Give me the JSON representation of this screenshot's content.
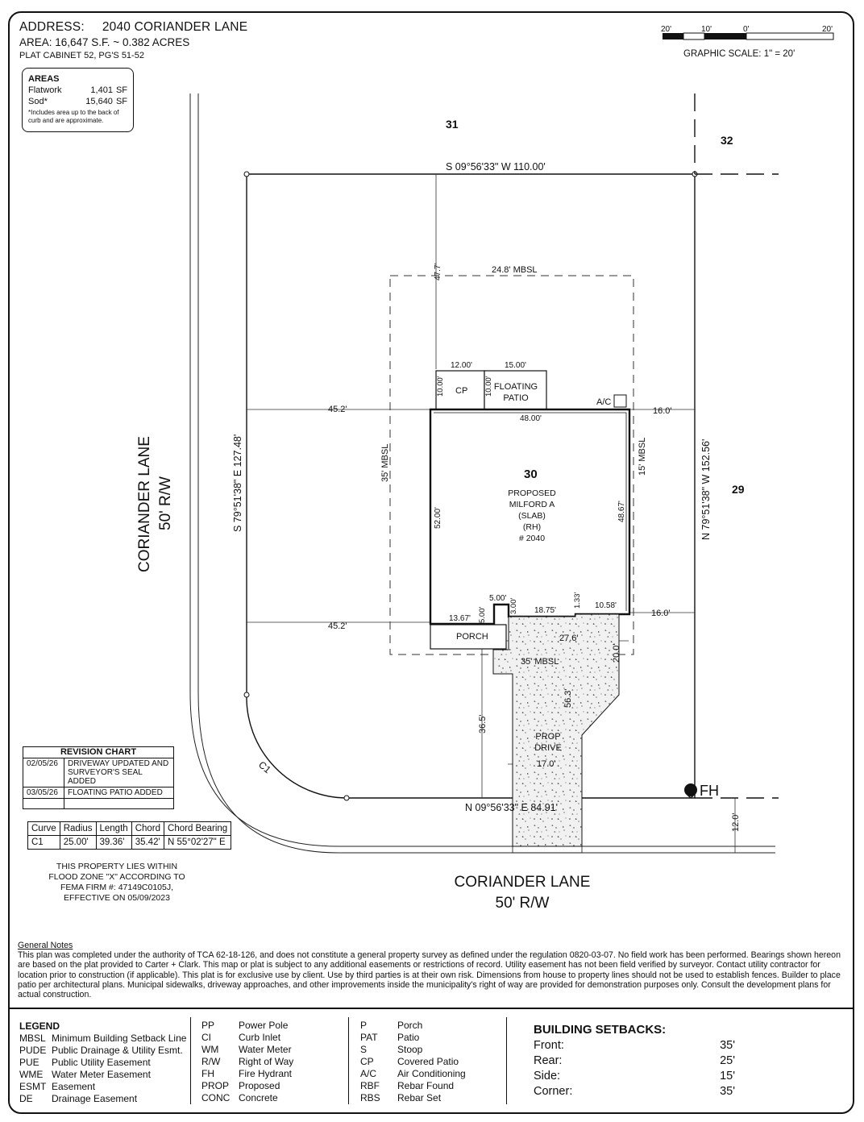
{
  "header": {
    "address_label": "ADDRESS:",
    "address_value": "2040 CORIANDER LANE",
    "area": "AREA: 16,647 S.F. ~ 0.382 ACRES",
    "plat": "PLAT CABINET 52, PG'S 51-52"
  },
  "areas_box": {
    "title": "AREAS",
    "rows": [
      {
        "label": "Flatwork",
        "value": "1,401",
        "unit": "SF"
      },
      {
        "label": "Sod*",
        "value": "15,640",
        "unit": "SF"
      }
    ],
    "note": "*Includes area up to the back of curb and are approximate."
  },
  "scale": {
    "ticks": [
      "20'",
      "10'",
      "0'",
      "20'"
    ],
    "caption": "GRAPHIC SCALE: 1\" = 20'"
  },
  "plan": {
    "lot_numbers": {
      "north": "31",
      "northeast": "32",
      "east": "29",
      "main": "30"
    },
    "street_left_name": "CORIANDER LANE",
    "street_left_row": "50' R/W",
    "street_bottom_name": "CORIANDER LANE",
    "street_bottom_row": "50' R/W",
    "bearings": {
      "north": "S 09°56'33\" W 110.00'",
      "west": "S 79°51'38\" E 127.48'",
      "east": "N 79°51'38\" W 152.56'",
      "south": "N 09°56'33\" E 84.91'"
    },
    "setback_labels": {
      "rear": "24.8' MBSL",
      "west": "35' MBSL",
      "east": "15' MBSL",
      "front": "35' MBSL"
    },
    "dims": {
      "rear_offset": "47.7'",
      "left_top": "45.2'",
      "left_bottom": "45.2'",
      "right_top": "16.0'",
      "right_bottom": "16.0'",
      "cp_width": "12.00'",
      "patio_width": "15.00'",
      "cp_depth": "10.00'",
      "patio_depth": "10.00'",
      "house_top": "48.00'",
      "house_left": "52.00'",
      "house_right": "48.67'",
      "front_1": "13.67'",
      "front_2": "5.00'",
      "front_3": "5.00'",
      "front_4": "3.00'",
      "front_5": "18.75'",
      "front_6": "1.33'",
      "front_7": "10.58'",
      "drive_width": "27.6'",
      "drive_depth": "20.0'",
      "to_front": "36.5'",
      "drive_len": "56.3'",
      "drive_neck": "17.0'",
      "curb_offset": "12.0'"
    },
    "labels": {
      "cp": "CP",
      "patio_line1": "FLOATING",
      "patio_line2": "PATIO",
      "ac": "A/C",
      "porch": "PORCH",
      "drive_line1": "PROP",
      "drive_line2": "DRIVE",
      "curve": "C1",
      "hydrant": "FH"
    },
    "house_lines": [
      "PROPOSED",
      "MILFORD A",
      "(SLAB)",
      "(RH)",
      "# 2040"
    ]
  },
  "revision_chart": {
    "title": "REVISION CHART",
    "rows": [
      {
        "date": "02/05/26",
        "desc": "DRIVEWAY UPDATED AND SURVEYOR'S SEAL ADDED"
      },
      {
        "date": "03/05/26",
        "desc": "FLOATING PATIO ADDED"
      },
      {
        "date": "",
        "desc": ""
      }
    ]
  },
  "curve_table": {
    "headers": [
      "Curve",
      "Radius",
      "Length",
      "Chord",
      "Chord Bearing"
    ],
    "row": [
      "C1",
      "25.00'",
      "39.36'",
      "35.42'",
      "N 55°02'27\" E"
    ]
  },
  "flood": {
    "l1": "THIS PROPERTY LIES WITHIN",
    "l2": "FLOOD ZONE \"X\" ACCORDING TO",
    "l3": "FEMA FIRM #: 47149C0105J,",
    "l4": "EFFECTIVE ON 05/09/2023"
  },
  "general_notes": {
    "title": "General Notes",
    "text": "This plan was completed under the authority of TCA 62-18-126, and does not constitute a general property survey as defined under the regulation 0820-03-07. No field work has been performed. Bearings shown hereon are based on the plat provided to Carter + Clark. This map or plat is subject to any additional easements or restrictions of record. Utility easement has not been field verified by surveyor. Contact utility contractor for location prior to construction (if applicable). This plat is for exclusive use by client. Use by third parties is at their own risk. Dimensions from house to property lines should not be used to establish fences. Builder to place patio per architectural plans. Municipal sidewalks, driveway approaches, and other improvements inside the municipality's right of way are provided for demonstration purposes only. Consult the development plans for actual construction."
  },
  "legend": {
    "title": "LEGEND",
    "col1": [
      {
        "abbr": "MBSL",
        "meaning": "Minimum Building Setback Line"
      },
      {
        "abbr": "PUDE",
        "meaning": "Public Drainage & Utility Esmt."
      },
      {
        "abbr": "PUE",
        "meaning": "Public Utility Easement"
      },
      {
        "abbr": "WME",
        "meaning": "Water Meter Easement"
      },
      {
        "abbr": "ESMT",
        "meaning": "Easement"
      },
      {
        "abbr": "DE",
        "meaning": "Drainage Easement"
      }
    ],
    "col2": [
      {
        "abbr": "PP",
        "meaning": "Power Pole"
      },
      {
        "abbr": "CI",
        "meaning": "Curb Inlet"
      },
      {
        "abbr": "WM",
        "meaning": "Water Meter"
      },
      {
        "abbr": "R/W",
        "meaning": "Right of Way"
      },
      {
        "abbr": "FH",
        "meaning": "Fire Hydrant"
      },
      {
        "abbr": "PROP",
        "meaning": "Proposed"
      },
      {
        "abbr": "CONC",
        "meaning": "Concrete"
      }
    ],
    "col3": [
      {
        "abbr": "P",
        "meaning": "Porch"
      },
      {
        "abbr": "PAT",
        "meaning": "Patio"
      },
      {
        "abbr": "S",
        "meaning": "Stoop"
      },
      {
        "abbr": "CP",
        "meaning": "Covered Patio"
      },
      {
        "abbr": "A/C",
        "meaning": "Air Conditioning"
      },
      {
        "abbr": "RBF",
        "meaning": "Rebar Found"
      },
      {
        "abbr": "RBS",
        "meaning": "Rebar Set"
      }
    ]
  },
  "setbacks": {
    "title": "BUILDING SETBACKS:",
    "rows": [
      {
        "label": "Front:",
        "value": "35'"
      },
      {
        "label": "Rear:",
        "value": "25'"
      },
      {
        "label": "Side:",
        "value": "15'"
      },
      {
        "label": "Corner:",
        "value": "35'"
      }
    ]
  }
}
